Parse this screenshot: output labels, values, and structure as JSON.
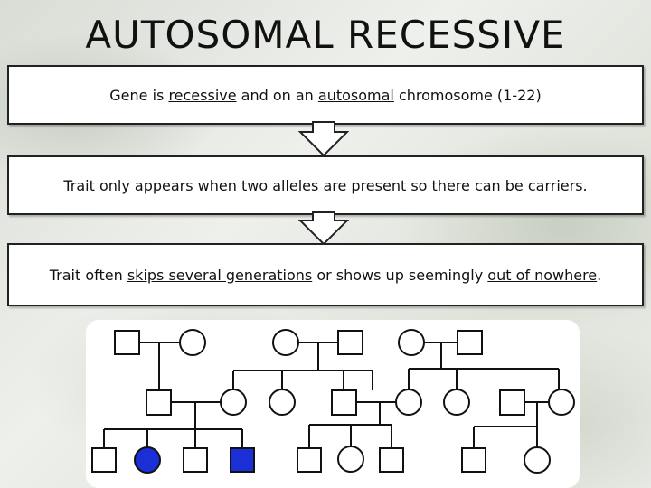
{
  "title": "AUTOSOMAL RECESSIVE",
  "box1": {
    "t1": "Gene is ",
    "u1": "recessive",
    "t2": " and on an ",
    "u2": "autosomal",
    "t3": " chromosome (1-22)"
  },
  "box2": {
    "t1": "Trait only appears when two alleles are present so there ",
    "u1": "can be carriers",
    "t2": "."
  },
  "box3": {
    "t1": "Trait often ",
    "u1": "skips several generations",
    "t2": " or shows up seemingly ",
    "u2": "out of nowhere",
    "t3": "."
  },
  "colors": {
    "affected": "#1a2fd6",
    "line": "#111111"
  },
  "pedigree": {
    "generations": 3,
    "affected_individuals": [
      "generation-3-female-2",
      "generation-3-male-4"
    ]
  }
}
